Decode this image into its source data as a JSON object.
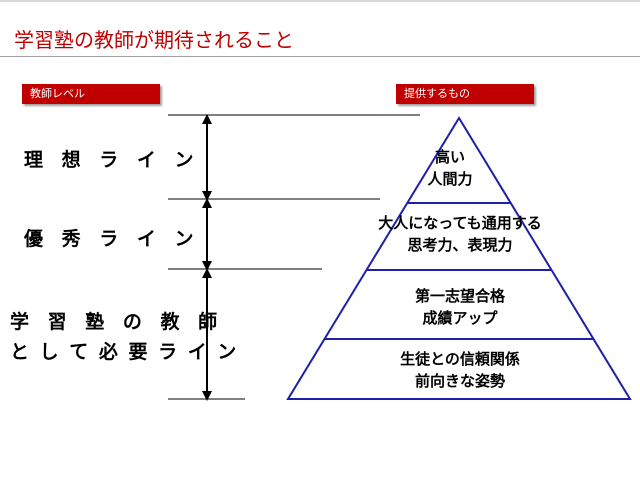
{
  "slide": {
    "title": "学習塾の教師が期待されること",
    "left_header": "教師レベル",
    "right_header": "提供するもの"
  },
  "levels": [
    {
      "line1": "理 想 ラ イ ン",
      "line2": ""
    },
    {
      "line1": "優 秀 ラ イ ン",
      "line2": ""
    },
    {
      "line1": "学 習 塾 の 教 師",
      "line2": "と し て 必 要 ラ イ ン"
    }
  ],
  "pyramid_tiers": [
    {
      "line1": "高い",
      "line2": "人間力"
    },
    {
      "line1": "大人になっても通用する",
      "line2": "思考力、表現力"
    },
    {
      "line1": "第一志望合格",
      "line2": "成績アップ"
    },
    {
      "line1": "生徒との信頼関係",
      "line2": "前向きな姿勢"
    }
  ],
  "colors": {
    "accent": "#c00000",
    "pyramid_stroke": "#1f1fa8",
    "text": "#000000"
  }
}
